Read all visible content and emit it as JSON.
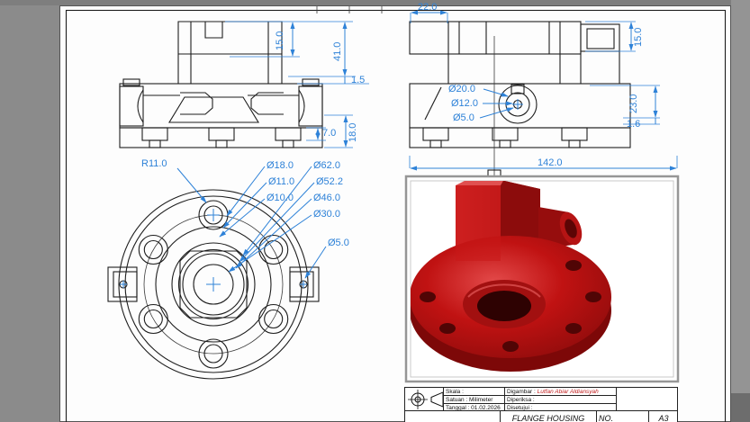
{
  "colors": {
    "dimension_blue": "#2e82d8",
    "line_black": "#1d1d1d",
    "part_red": "#c01212",
    "title_red": "#c22020"
  },
  "dims": {
    "v1_15": "15.0",
    "v1_41": "41.0",
    "v1_1_5": "1.5",
    "v1_7": "7.0",
    "v1_18": "18.0",
    "v2_22": "22.0",
    "v2_15": "15.0",
    "v2_23": "23.0",
    "v2_1_6": "1.6",
    "v2_d20": "Ø20.0",
    "v2_d12": "Ø12.0",
    "v2_d5": "Ø5.0",
    "v2_142": "142.0",
    "v3_r11": "R11.0",
    "v3_d18": "Ø18.0",
    "v3_d11": "Ø11.0",
    "v3_d10": "Ø10.0",
    "v3_d62": "Ø62.0",
    "v3_d52": "Ø52.2",
    "v3_d46": "Ø46.0",
    "v3_d30": "Ø30.0",
    "v3_d5": "Ø5.0"
  },
  "title_block": {
    "skala_row": "Skala :",
    "satuan_row": "Satuan : Milimeter",
    "tanggal_row": "Tanggal : 01.02.2026",
    "digambar_label": "Digambar : ",
    "digambar_value": "Lutfan Abiar Aldiansyah",
    "diperiksa_row": "Diperiksa :",
    "disetujui_row": "Disetujui :",
    "part_name": "FLANGE HOUSING",
    "no_label": "NO.",
    "sheet_size": "A3"
  }
}
